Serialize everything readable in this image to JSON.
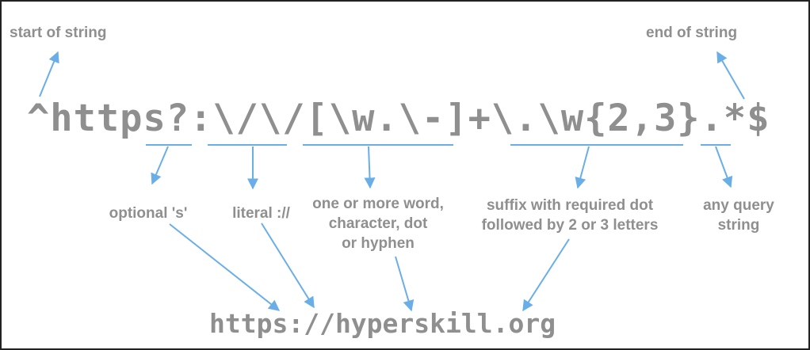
{
  "colors": {
    "text": "#8f8f8f",
    "arrow": "#6aaee8",
    "border": "#222222",
    "background": "#ffffff"
  },
  "regex": "^https?:\\/\\/[\\w.\\-]+\\.\\w{2,3}.*$",
  "example_url": "https://hyperskill.org",
  "labels": {
    "start": "start of string",
    "end": "end of string",
    "optional_s": "optional 's'",
    "literal": "literal ://",
    "word_chars": "one or more word,\ncharacter, dot\nor hyphen",
    "suffix": "suffix with required dot\nfollowed by 2 or 3 letters",
    "query": "any query\nstring"
  }
}
